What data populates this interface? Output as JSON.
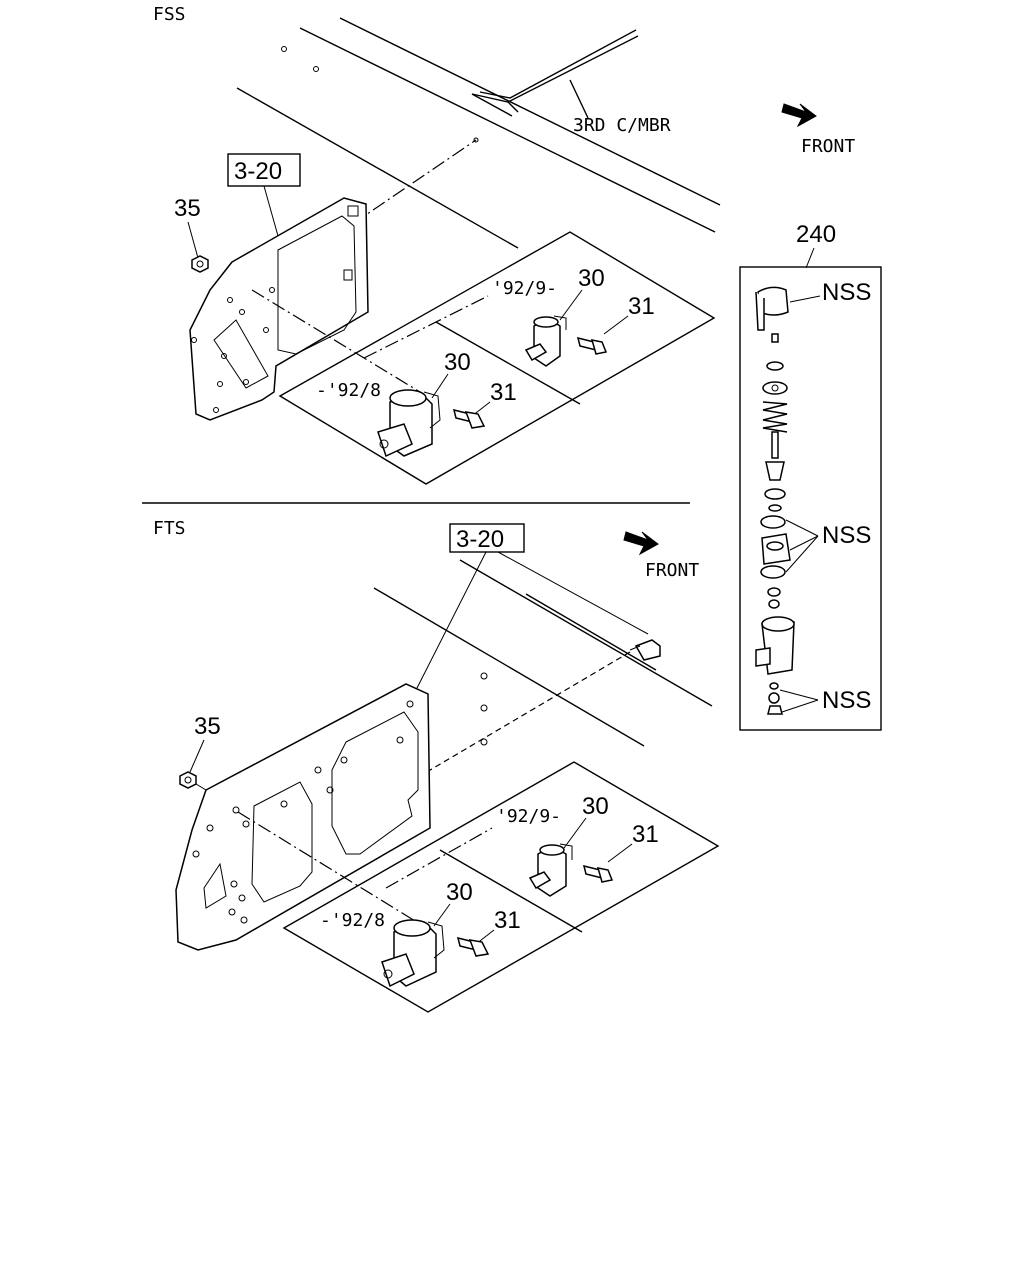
{
  "sections": {
    "top": {
      "label": "FSS",
      "member_label": "3RD C/MBR",
      "front_label": "FRONT"
    },
    "bottom": {
      "label": "FTS",
      "front_label": "FRONT"
    }
  },
  "callouts": {
    "ref_box": "3-20",
    "nut": "35",
    "solenoid": "30",
    "bolt": "31",
    "kit": "240",
    "nss": "NSS"
  },
  "variants": {
    "late": "'92/9-",
    "early": "-'92/8"
  }
}
